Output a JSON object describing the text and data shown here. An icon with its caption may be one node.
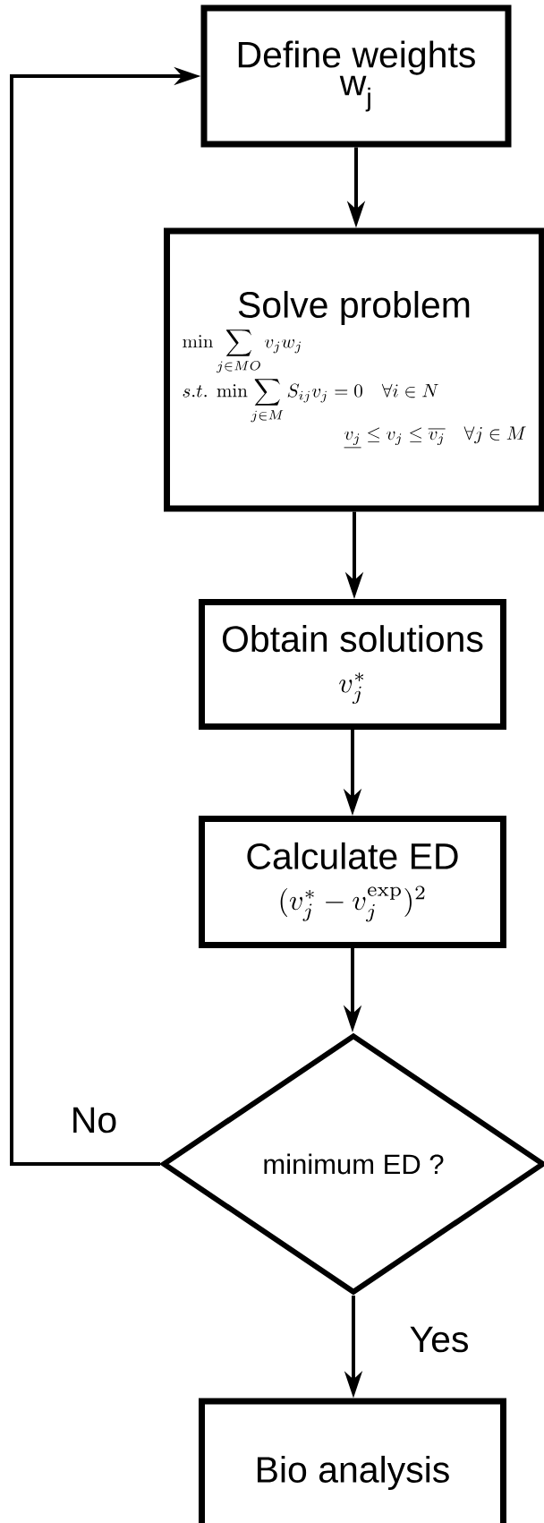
{
  "diagram": {
    "nodes": [
      {
        "text": [
          "Define weights",
          "w$_{j}$"
        ]
      },
      {
        "text": [
          "Solve problem",
          "\\min\\sum_{j\\in MO} v_j w_j",
          "s.t.\\ \\min\\sum_{j\\in M} S_{ij} v_j = 0 \\quad \\forall i\\in N",
          "\\underline{v_j} \\le v_j \\le \\overline{v_j} \\quad \\forall j\\in M"
        ]
      },
      {
        "text": [
          "Obtain solutions",
          "v_j^{*}"
        ]
      },
      {
        "text": [
          "Calculate ED",
          "(v_j^{*}-v_j^{\\mathrm{exp}})^2"
        ]
      },
      {
        "text": [
          "minimum ED ?"
        ]
      },
      {
        "text": [
          "Bio analysis"
        ]
      }
    ],
    "edges": [
      {
        "from": 0,
        "to": 1,
        "arrow": "to"
      },
      {
        "from": 1,
        "to": 2,
        "arrow": "to"
      },
      {
        "from": 2,
        "to": 3,
        "arrow": "to"
      },
      {
        "from": 3,
        "to": 4,
        "arrow": "to"
      },
      {
        "from": 4,
        "to": 0,
        "arrow": "to",
        "label": "No"
      },
      {
        "from": 4,
        "to": 5,
        "arrow": "to",
        "label": "Yes"
      }
    ]
  }
}
